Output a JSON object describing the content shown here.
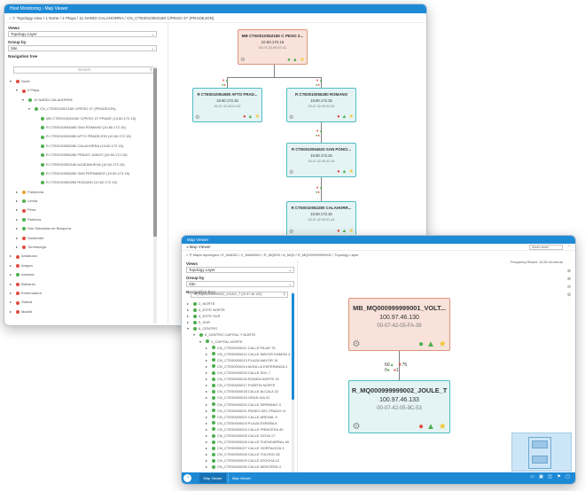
{
  "window1": {
    "title": "Host Monitoring › Map Viewer",
    "breadcrumb": "Topology view / 1 Norte / 4 Playa / 11 NARDI CALAHORRA / CN_CTE0010002180 C/PESO 27 (PRADEJON)",
    "view_label": "Views",
    "view_value": "Topology Layer",
    "group_label": "Group by",
    "group_value": "Site",
    "nav_label": "Navigation tree",
    "search_placeholder": "Search",
    "tree": [
      {
        "label": "Norte",
        "lvl": 0,
        "color": "#e04b3f",
        "arrow": "▾"
      },
      {
        "label": "4 Playa",
        "lvl": 1,
        "color": "#e04b3f",
        "arrow": "▾"
      },
      {
        "label": "11 NARDI CALAHORRA",
        "lvl": 2,
        "color": "#4caf50",
        "arrow": "▾"
      },
      {
        "label": "CN_CTE0010002180 C/PESO 27 (PRADEJON)",
        "lvl": 3,
        "color": "#4caf50",
        "arrow": "▾"
      },
      {
        "label": "MB CTE0010052180 C/PESO 27 PRADE (10.60.172.15)",
        "lvl": 4,
        "color": "#4caf50",
        "arrow": ""
      },
      {
        "label": "R CTE0010054080 SAN ROMANO (10.60.172.15)",
        "lvl": 4,
        "color": "#4caf50",
        "arrow": ""
      },
      {
        "label": "R CTE0010054080 AFTO PRADEJON (10.60.172.15)",
        "lvl": 4,
        "color": "#4caf50",
        "arrow": ""
      },
      {
        "label": "R CTE0010055280 CALAHORRA (10.60.172.15)",
        "lvl": 4,
        "color": "#4caf50",
        "arrow": ""
      },
      {
        "label": "R CTE0010056280 PRADO JUNCO (10.60.172.15)",
        "lvl": 4,
        "color": "#4caf50",
        "arrow": ""
      },
      {
        "label": "R CTE0010052180 ALDEANUEVA (10.60.172.15)",
        "lvl": 4,
        "color": "#4caf50",
        "arrow": ""
      },
      {
        "label": "R CTE0010058280 SAN FERNANDO (10.60.172.15)",
        "lvl": 4,
        "color": "#4caf50",
        "arrow": ""
      },
      {
        "label": "R CTE0010059280 RODANO (10.60.172.15)",
        "lvl": 4,
        "color": "#4caf50",
        "arrow": ""
      },
      {
        "label": "Pamplona",
        "lvl": 1,
        "color": "#f0a030",
        "arrow": "▸"
      },
      {
        "label": "Lerida",
        "lvl": 1,
        "color": "#4caf50",
        "arrow": "▸"
      },
      {
        "label": "Pirsa",
        "lvl": 1,
        "color": "#e04b3f",
        "arrow": "▸"
      },
      {
        "label": "Palencia",
        "lvl": 1,
        "color": "#4caf50",
        "arrow": "▸"
      },
      {
        "label": "San Sebastian de Barquera",
        "lvl": 1,
        "color": "#4caf50",
        "arrow": "▸"
      },
      {
        "label": "Santander",
        "lvl": 1,
        "color": "#e04b3f",
        "arrow": "▸"
      },
      {
        "label": "Torrelavega",
        "lvl": 1,
        "color": "#e04b3f",
        "arrow": "▸"
      },
      {
        "label": "Andalucia",
        "lvl": 0,
        "color": "#e04b3f",
        "arrow": "▸"
      },
      {
        "label": "Aragon",
        "lvl": 0,
        "color": "#e04b3f",
        "arrow": "▸"
      },
      {
        "label": "Asturias",
        "lvl": 0,
        "color": "#4caf50",
        "arrow": "▸"
      },
      {
        "label": "Baleares",
        "lvl": 0,
        "color": "#e04b3f",
        "arrow": "▸"
      },
      {
        "label": "Extremadura",
        "lvl": 0,
        "color": "#e04b3f",
        "arrow": "▸"
      },
      {
        "label": "Galicia",
        "lvl": 0,
        "color": "#e04b3f",
        "arrow": "▸"
      },
      {
        "label": "Madrid",
        "lvl": 0,
        "color": "#e04b3f",
        "arrow": "▸"
      }
    ],
    "nodes": [
      {
        "title": "MB CTE0010052180 C PESO 2...",
        "ip": "10.60.172.15",
        "mac": "00-07-42-09-57-41",
        "root": true
      },
      {
        "title": "R CTE0010054080 AFTO PRAD...",
        "ip": "10.60.172.15",
        "mac": "00-07-42-09-01-49",
        "root": false
      },
      {
        "title": "R CTE0010055280 ROMANO",
        "ip": "10.60.172.15",
        "mac": "00-07-42-09-02-09",
        "root": false
      },
      {
        "title": "R CTE0010054520 SAN PONCI...",
        "ip": "10.60.172.15",
        "mac": "00-07-42-09-42-16",
        "root": false
      },
      {
        "title": "R CTE0010052280 CALAHORR...",
        "ip": "10.60.172.15",
        "mac": "00-07-42-09-01-44",
        "root": false
      }
    ]
  },
  "window2": {
    "title": "Map Viewer",
    "subtitle": "Map Viewer",
    "breadcrumb": "Mapa topológico / E_MAD02 / Z_MAD8001 / R_MQ000 / A_MQ0 / R_MQ000999999002 / Topology Layer",
    "zoom_select": "Zoom level",
    "frequency": "Frequency Reach: 13.26 hh:mm:ss",
    "view_label": "Views",
    "view_value": "Topology Layer",
    "group_label": "Group by",
    "group_value": "Site",
    "nav_label": "Navigation tree",
    "search_value": "R_MQ000999999002_JOULE_T (10.97.46.133)",
    "tree": [
      {
        "label": "2_NORTE",
        "lvl": 0,
        "color": "#4caf50",
        "arrow": "▸"
      },
      {
        "label": "3_ESTE NORTE",
        "lvl": 0,
        "color": "#4caf50",
        "arrow": "▸"
      },
      {
        "label": "4_ESTE SUR",
        "lvl": 0,
        "color": "#4caf50",
        "arrow": "▸"
      },
      {
        "label": "5_SUR",
        "lvl": 0,
        "color": "#4caf50",
        "arrow": "▸"
      },
      {
        "label": "6_CENTRO",
        "lvl": 0,
        "color": "#4caf50",
        "arrow": "▾"
      },
      {
        "label": "6_CENTRO CAPITAL Y NORTE",
        "lvl": 1,
        "color": "#4caf50",
        "arrow": "▾"
      },
      {
        "label": "1_CAPITAL NORTE",
        "lvl": 2,
        "color": "#4caf50",
        "arrow": "▾"
      },
      {
        "label": "CN_CTE00000011 CALLE PILAR 75",
        "lvl": 3,
        "color": "#4caf50",
        "arrow": "▸"
      },
      {
        "label": "CN_CTE00000012 CALLE MAYOR RAMON 4",
        "lvl": 3,
        "color": "#4caf50",
        "arrow": "▸"
      },
      {
        "label": "CN_CTE00000013 PLAZA MAYOR 19",
        "lvl": 3,
        "color": "#4caf50",
        "arrow": "▸"
      },
      {
        "label": "CN_CTE00000014 AVDA LA ESPERANZA 2",
        "lvl": 3,
        "color": "#4caf50",
        "arrow": "▸"
      },
      {
        "label": "CN_CTE00000015 CALLE SOL 7",
        "lvl": 3,
        "color": "#4caf50",
        "arrow": "▸"
      },
      {
        "label": "CN_CTE00000016 RONDA NORTE 15",
        "lvl": 3,
        "color": "#4caf50",
        "arrow": "▸"
      },
      {
        "label": "CN_CTE00000017 PUERTA NORTE",
        "lvl": 3,
        "color": "#4caf50",
        "arrow": "▸"
      },
      {
        "label": "CN_CTE00000018 CALLE ALCALA 22",
        "lvl": 3,
        "color": "#4caf50",
        "arrow": "▸"
      },
      {
        "label": "CN_CTE00000019 GRAN VIA 31",
        "lvl": 3,
        "color": "#4caf50",
        "arrow": "▸"
      },
      {
        "label": "CN_CTE00000020 CALLE SERRANO 9",
        "lvl": 3,
        "color": "#4caf50",
        "arrow": "▸"
      },
      {
        "label": "CN_CTE00000021 PASEO DEL PRADO 11",
        "lvl": 3,
        "color": "#4caf50",
        "arrow": "▸"
      },
      {
        "label": "CN_CTE00000022 CALLE ARENAL 5",
        "lvl": 3,
        "color": "#4caf50",
        "arrow": "▸"
      },
      {
        "label": "CN_CTE00000023 PLAZA ESPAÑA 8",
        "lvl": 3,
        "color": "#4caf50",
        "arrow": "▸"
      },
      {
        "label": "CN_CTE00000024 CALLE PRINCESA 40",
        "lvl": 3,
        "color": "#4caf50",
        "arrow": "▸"
      },
      {
        "label": "CN_CTE00000025 CALLE GOYA 17",
        "lvl": 3,
        "color": "#4caf50",
        "arrow": "▸"
      },
      {
        "label": "CN_CTE00000026 CALLE FUENCARRAL 60",
        "lvl": 3,
        "color": "#4caf50",
        "arrow": "▸"
      },
      {
        "label": "CN_CTE00000027 CALLE HORTALEZA 3",
        "lvl": 3,
        "color": "#4caf50",
        "arrow": "▸"
      },
      {
        "label": "CN_CTE00000028 CALLE TOLEDO 28",
        "lvl": 3,
        "color": "#4caf50",
        "arrow": "▸"
      },
      {
        "label": "CN_CTE00000029 CALLE ATOCHA 12",
        "lvl": 3,
        "color": "#4caf50",
        "arrow": "▸"
      },
      {
        "label": "CN_CTE00000030 CALLE MONTERA 4",
        "lvl": 3,
        "color": "#4caf50",
        "arrow": "▸"
      }
    ],
    "nodes": [
      {
        "title": "MB_MQ000999999001_VOLT...",
        "ip": "100.97.46.130",
        "mac": "00-07-42-05-FA-39",
        "root": true
      },
      {
        "title": "R_MQ000999999002_JOULE_T",
        "ip": "100.97.46.133",
        "mac": "00-07-42-05-9C-53",
        "root": false
      }
    ],
    "edge_up": "60",
    "edge_down": "75",
    "edge_zero": "0",
    "edge_one": "1",
    "taskbar_tab1": "Map Viewer",
    "taskbar_tab2": "Map Viewer"
  },
  "colors": {
    "primary": "#1e8ad6",
    "green": "#4caf50",
    "red": "#e04b3f",
    "orange": "#f0a030",
    "star": "#f4c430",
    "node_root_bg": "#f8e2da",
    "node_bg": "#e4f4f5"
  }
}
